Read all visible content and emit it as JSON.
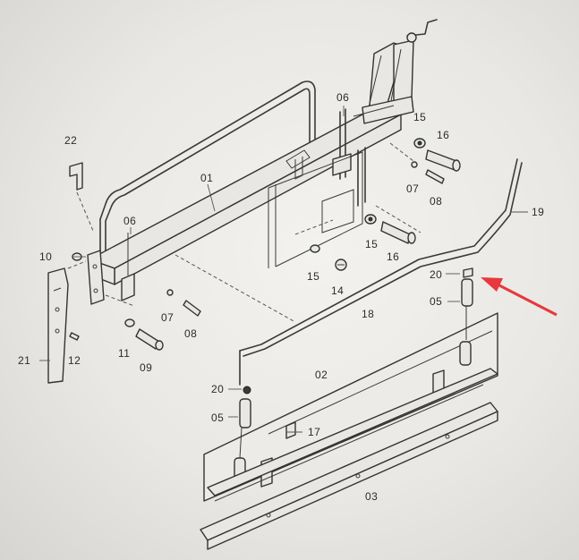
{
  "labels": {
    "p22": "22",
    "p01": "01",
    "p06_upper": "06",
    "p06_left": "06",
    "p15_top": "15",
    "p16_top": "16",
    "p07_right": "07",
    "p08_right": "08",
    "p15_mid": "15",
    "p16_mid": "16",
    "p15_low": "15",
    "p14": "14",
    "p19": "19",
    "p10": "10",
    "p07_left": "07",
    "p08_left": "08",
    "p20_right": "20",
    "p05_right": "05",
    "p18": "18",
    "p11": "11",
    "p09": "09",
    "p21": "21",
    "p12": "12",
    "p02": "02",
    "p20_left": "20",
    "p05_left": "05",
    "p17": "17",
    "p03": "03"
  },
  "colors": {
    "arrow": "#e8383d",
    "line": "#3a3a3a",
    "paper": "#f1f0ec"
  }
}
